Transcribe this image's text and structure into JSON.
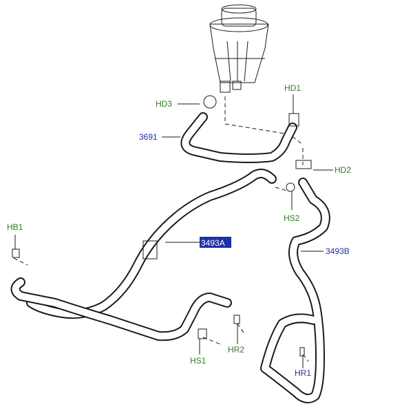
{
  "labels": {
    "hd3": "HD3",
    "hd1": "HD1",
    "hd2": "HD2",
    "p3691": "3691",
    "hb1": "HB1",
    "hs2": "HS2",
    "p3493a": "3493A",
    "p3493b": "3493B",
    "hs1": "HS1",
    "hr2": "HR2",
    "hr1": "HR1"
  },
  "colors": {
    "label_green": "#2e7d1f",
    "label_blue": "#1f2fa8",
    "highlight_bg": "#1f2fa8",
    "line": "#1a1a1a"
  }
}
